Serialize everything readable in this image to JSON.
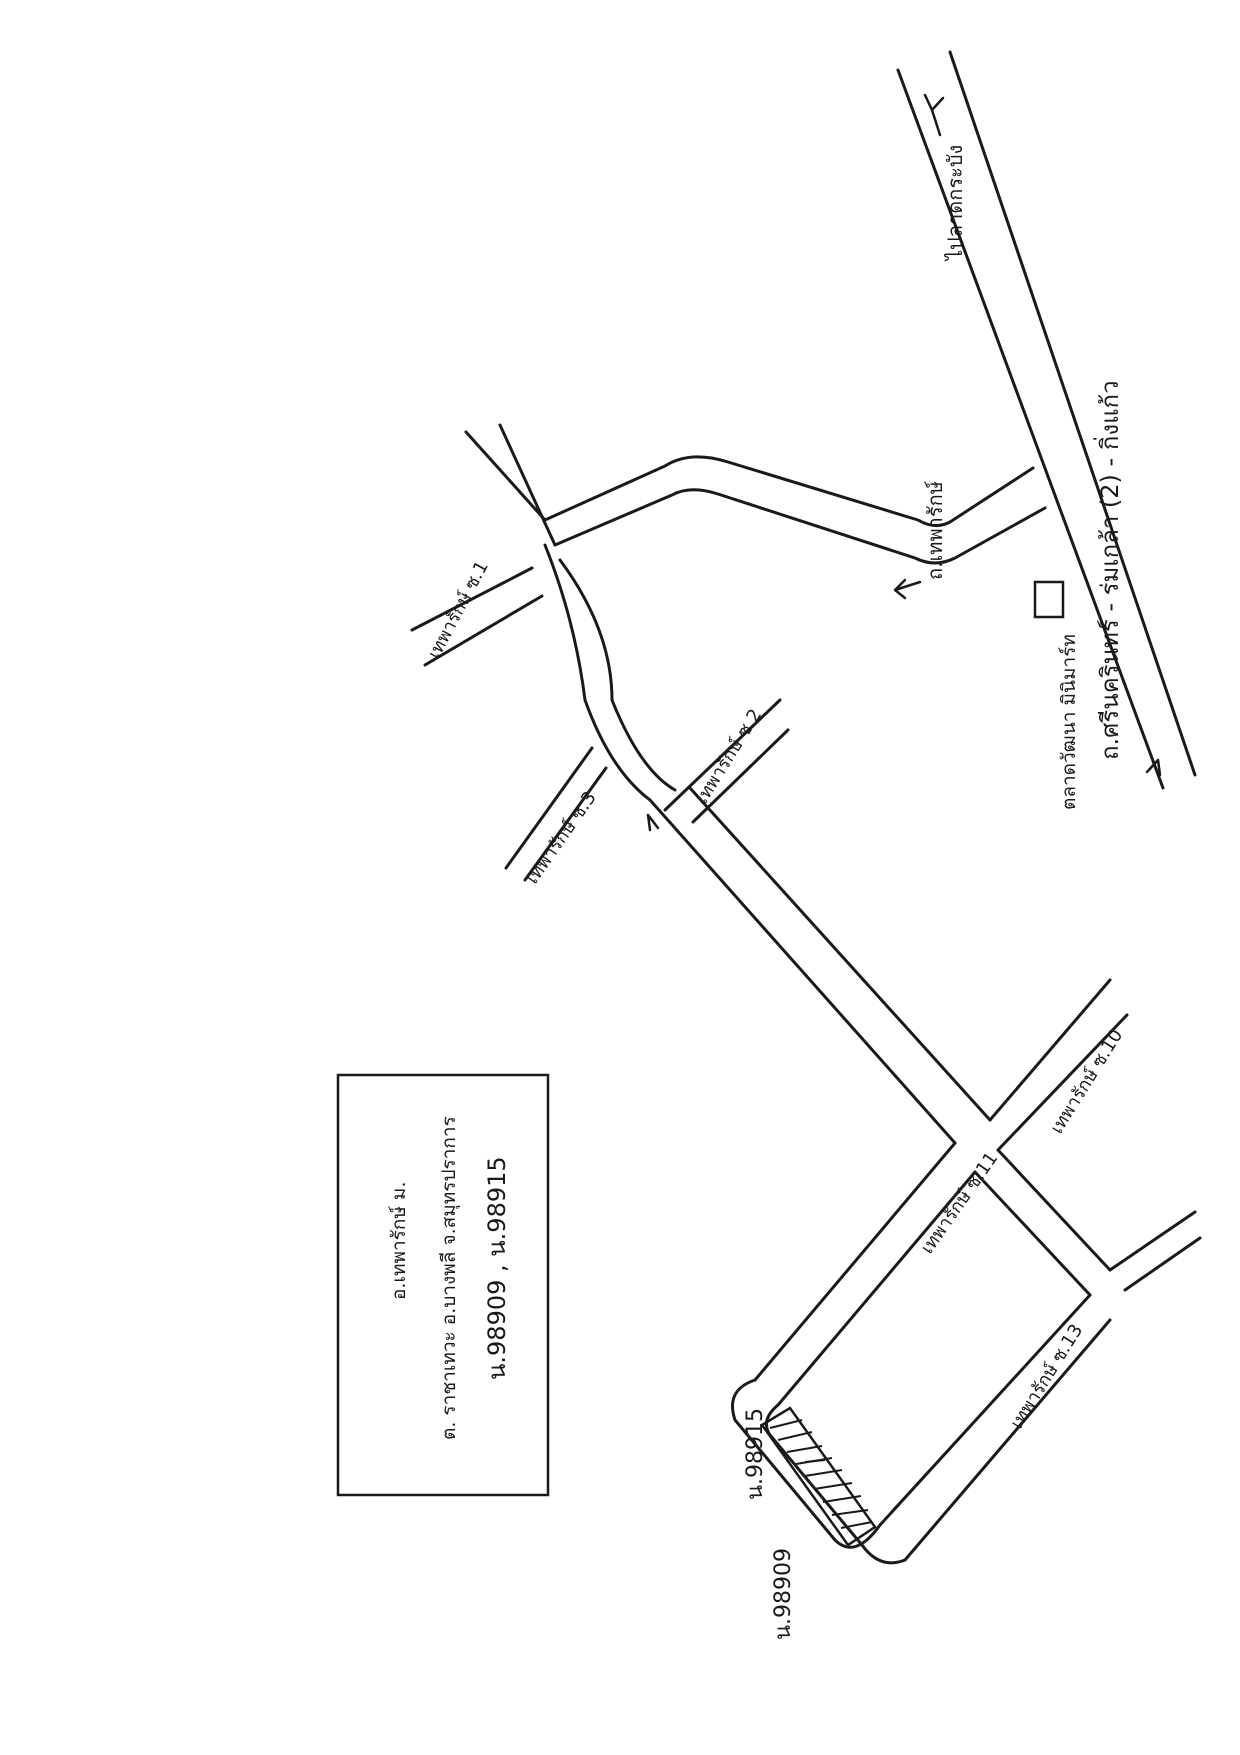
{
  "roads": {
    "main_highway": "ถ.ศรีนครินทร์ - ร่มเกล้า (2) - กิ่งแก้ว",
    "main_direction_left": "ไปลาดกระบัง",
    "soi_main": "ถ.เทพารักษ์",
    "soi_1": "เทพารักษ์ ซ.1",
    "soi_2": "เทพารักษ์ ซ.2",
    "soi_3": "เทพารักษ์ ซ.3",
    "soi_10": "เทพารักษ์ ซ.10",
    "soi_11": "เทพารักษ์ ซ.11",
    "soi_13": "เทพารักษ์ ซ.13"
  },
  "landmark": {
    "label": "ตลาดวัฒนา มินิมาร์ท"
  },
  "parcels": {
    "parcel_a": "น.98915",
    "parcel_b": "น.98909"
  },
  "info_box": {
    "line1": "น.98909 , น.98915",
    "line2": "ต. ราชาเทวะ อ.บางพลี จ.สมุทรปราการ",
    "line3": "อ.เทพารักษ์ ม."
  },
  "colors": {
    "ink": "#1a1a1a",
    "paper": "#ffffff"
  }
}
